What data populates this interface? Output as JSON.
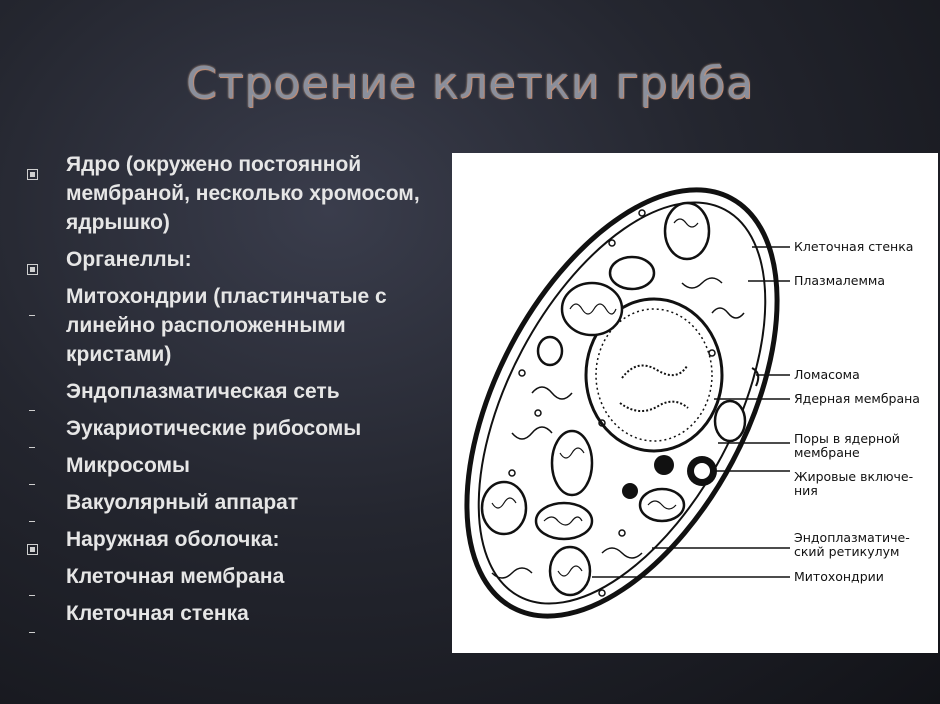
{
  "slide": {
    "title": "Строение клетки гриба",
    "items": [
      {
        "marker": "box",
        "text": "Ядро (окружено постоянной мембраной, несколько хромосом, ядрышко)"
      },
      {
        "marker": "box",
        "text": "Органеллы:"
      },
      {
        "marker": "dash",
        "text": "Митохондрии (пластинчатые с линейно расположенными кристами)"
      },
      {
        "marker": "dash",
        "text": "Эндоплазматическая сеть"
      },
      {
        "marker": "dash",
        "text": "Эукариотические рибосомы"
      },
      {
        "marker": "dash",
        "text": "Микросомы"
      },
      {
        "marker": "dash",
        "text": "Вакуолярный аппарат"
      },
      {
        "marker": "box",
        "text": "Наружная оболочка:"
      },
      {
        "marker": "dash",
        "text": "Клеточная мембрана"
      },
      {
        "marker": "dash",
        "text": "Клеточная стенка"
      }
    ]
  },
  "figure": {
    "labels": {
      "cell_wall": "Клеточная стенка",
      "plasmalemma": "Плазмалемма",
      "lomasome": "Ломасома",
      "nuclear_membrane": "Ядерная мембрана",
      "nuclear_pores_1": "Поры в ядерной",
      "nuclear_pores_2": "мембране",
      "lipid_1": "Жировые включе-",
      "lipid_2": "ния",
      "er_1": "Эндоплазматиче-",
      "er_2": "ский ретикулум",
      "mitochondria": "Митохондрии"
    }
  }
}
